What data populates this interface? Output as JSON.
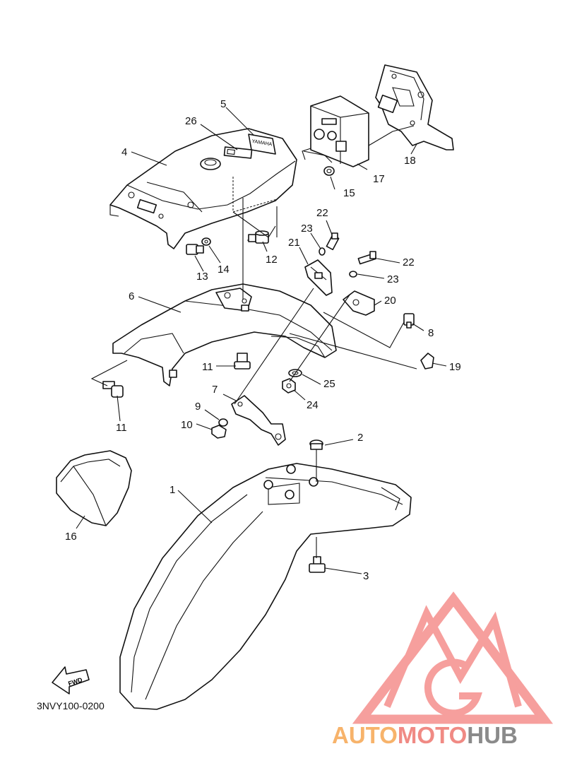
{
  "diagram": {
    "code": "3NVY100-0200",
    "fwd_label": "FWD",
    "plate_text": "YAMAHA",
    "labels": {
      "p1": "1",
      "p2": "2",
      "p3": "3",
      "p4": "4",
      "p5": "5",
      "p6": "6",
      "p7": "7",
      "p8": "8",
      "p9": "9",
      "p10": "10",
      "p11a": "11",
      "p11b": "11",
      "p12": "12",
      "p13": "13",
      "p14": "14",
      "p15": "15",
      "p16": "16",
      "p17": "17",
      "p18": "18",
      "p19": "19",
      "p20": "20",
      "p21": "21",
      "p22a": "22",
      "p22b": "22",
      "p23a": "23",
      "p23b": "23",
      "p24": "24",
      "p25": "25",
      "p26": "26"
    }
  },
  "watermark": {
    "part1": "AUTO",
    "part2": "MOTO",
    "part3": "HUB",
    "colors": {
      "orange": "#f7b36b",
      "red": "#f08a84",
      "gray": "#8a8a8a",
      "logo": "#f58f8c"
    }
  }
}
